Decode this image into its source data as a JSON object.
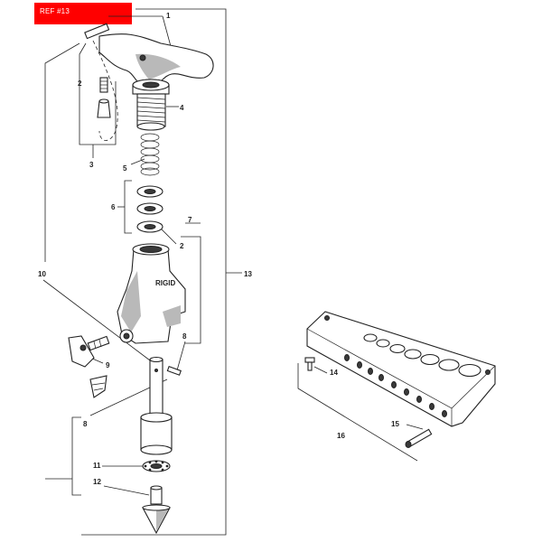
{
  "banner": {
    "label": "REF #13",
    "color": "#ff0000"
  },
  "callouts": {
    "c1": "1",
    "c2a": "2",
    "c3": "3",
    "c4": "4",
    "c5": "5",
    "c6": "6",
    "c7": "7",
    "c2b": "2",
    "c13": "13",
    "c10": "10",
    "c9": "9",
    "c8a": "8",
    "c8b": "8",
    "c11": "11",
    "c12": "12",
    "c14": "14",
    "c15": "15",
    "c16": "16"
  },
  "brand_mark": "RIGID"
}
